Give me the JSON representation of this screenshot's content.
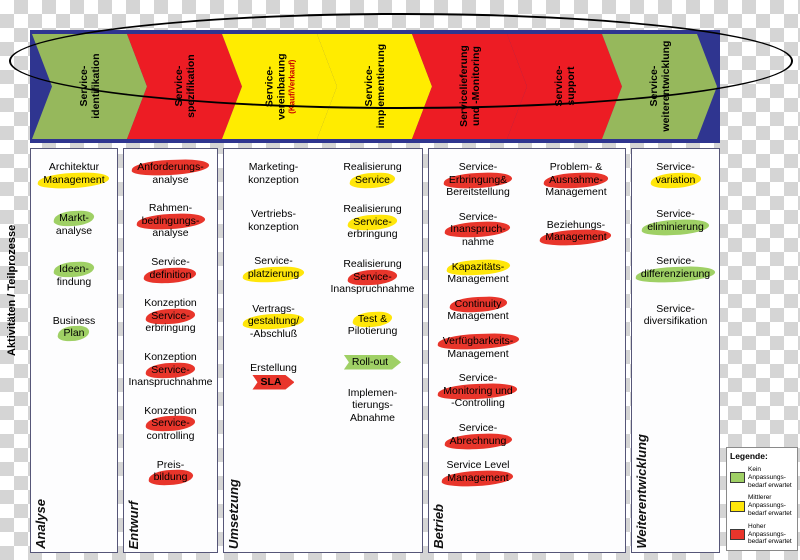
{
  "left_axis_label": "Aktivitäten / Teilprozesse",
  "band_color": "#2f3590",
  "phases": [
    {
      "color": "#96b85c",
      "lines": [
        {
          "t": "Service-"
        },
        {
          "t": "identifikation"
        }
      ]
    },
    {
      "color": "#ed1c24",
      "lines": [
        {
          "t": "Service-"
        },
        {
          "t": "spezifikation"
        }
      ]
    },
    {
      "color": "#ffec00",
      "lines": [
        {
          "t": "Service-"
        },
        {
          "t": "vereinbarung"
        },
        {
          "t": "(Kauf/Verkauf)",
          "small": true,
          "color": "#cc0000"
        }
      ]
    },
    {
      "color": "#ffec00",
      "lines": [
        {
          "t": "Service-"
        },
        {
          "t": "implementierung"
        }
      ]
    },
    {
      "color": "#ed1c24",
      "lines": [
        {
          "t": "Servicelieferung"
        },
        {
          "t": "und -Monitoring"
        }
      ]
    },
    {
      "color": "#ed1c24",
      "lines": [
        {
          "t": "Service-"
        },
        {
          "t": "support"
        }
      ]
    },
    {
      "color": "#96b85c",
      "lines": [
        {
          "t": "Service-"
        },
        {
          "t": "weiterentwicklung"
        }
      ]
    }
  ],
  "columns": [
    {
      "name": "Analyse",
      "groups": [
        [
          {
            "lines": [
              {
                "t": "Architektur"
              },
              {
                "t": "Management",
                "m": "yellow"
              }
            ]
          },
          {
            "lines": [
              {
                "t": "Markt-",
                "m": "green"
              },
              {
                "t": "analyse"
              }
            ]
          },
          {
            "lines": [
              {
                "t": "Ideen-",
                "m": "green"
              },
              {
                "t": "findung"
              }
            ]
          },
          {
            "lines": [
              {
                "t": "Business"
              },
              {
                "t": "Plan",
                "m": "green"
              }
            ]
          }
        ]
      ]
    },
    {
      "name": "Entwurf",
      "groups": [
        [
          {
            "lines": [
              {
                "t": "Anforderungs-",
                "m": "red"
              },
              {
                "t": "analyse"
              }
            ]
          },
          {
            "lines": [
              {
                "t": "Rahmen-"
              },
              {
                "t": "bedingungs-",
                "m": "red"
              },
              {
                "t": "analyse"
              }
            ]
          },
          {
            "lines": [
              {
                "t": "Service-"
              },
              {
                "t": "definition",
                "m": "red"
              }
            ]
          },
          {
            "lines": [
              {
                "t": "Konzeption"
              },
              {
                "t": "Service-",
                "m": "red"
              },
              {
                "t": "erbringung"
              }
            ]
          },
          {
            "lines": [
              {
                "t": "Konzeption"
              },
              {
                "t": "Service-",
                "m": "red"
              },
              {
                "t": "Inanspruchnahme"
              }
            ]
          },
          {
            "lines": [
              {
                "t": "Konzeption"
              },
              {
                "t": "Service-",
                "m": "red"
              },
              {
                "t": "controlling"
              }
            ]
          },
          {
            "lines": [
              {
                "t": "Preis-"
              },
              {
                "t": "bildung",
                "m": "red"
              }
            ]
          }
        ]
      ]
    },
    {
      "name": "Umsetzung",
      "groups": [
        [
          {
            "lines": [
              {
                "t": "Marketing-"
              },
              {
                "t": "konzeption"
              }
            ]
          },
          {
            "lines": [
              {
                "t": "Vertriebs-"
              },
              {
                "t": "konzeption"
              }
            ]
          },
          {
            "lines": [
              {
                "t": "Service-"
              },
              {
                "t": "platzierung",
                "m": "yellow"
              }
            ]
          },
          {
            "lines": [
              {
                "t": "Vertrags-"
              },
              {
                "t": "gestaltung/",
                "m": "yellow"
              },
              {
                "t": "-Abschluß"
              }
            ]
          },
          {
            "lines": [
              {
                "t": "Erstellung"
              },
              {
                "t": "SLA",
                "m": "red",
                "shape": "arrow"
              }
            ]
          }
        ],
        [
          {
            "lines": [
              {
                "t": "Realisierung"
              },
              {
                "t": "Service",
                "m": "yellow"
              }
            ]
          },
          {
            "lines": [
              {
                "t": "Realisierung"
              },
              {
                "t": "Service-",
                "m": "yellow"
              },
              {
                "t": "erbringung"
              }
            ]
          },
          {
            "lines": [
              {
                "t": "Realisierung"
              },
              {
                "t": "Service-",
                "m": "red"
              },
              {
                "t": "Inanspruchnahme"
              }
            ]
          },
          {
            "lines": [
              {
                "t": "Test &",
                "m": "yellow"
              },
              {
                "t": "Pilotierung"
              }
            ]
          },
          {
            "lines": [
              {
                "t": "Roll-out",
                "m": "green",
                "shape": "arrow"
              }
            ]
          },
          {
            "lines": [
              {
                "t": "Implemen-"
              },
              {
                "t": "tierungs-"
              },
              {
                "t": "Abnahme"
              }
            ]
          }
        ]
      ]
    },
    {
      "name": "Betrieb",
      "groups": [
        [
          {
            "lines": [
              {
                "t": "Service-"
              },
              {
                "t": "Erbringung&",
                "m": "red"
              },
              {
                "t": "Bereitstellung"
              }
            ]
          },
          {
            "lines": [
              {
                "t": "Service-"
              },
              {
                "t": "Inanspruch-",
                "m": "red"
              },
              {
                "t": "nahme"
              }
            ]
          },
          {
            "lines": [
              {
                "t": "Kapazitäts-",
                "m": "yellow"
              },
              {
                "t": "Management"
              }
            ]
          },
          {
            "lines": [
              {
                "t": "Continuity",
                "m": "red"
              },
              {
                "t": "Management"
              }
            ]
          },
          {
            "lines": [
              {
                "t": "Verfügbarkeits-",
                "m": "red"
              },
              {
                "t": "Management"
              }
            ]
          },
          {
            "lines": [
              {
                "t": "Service-"
              },
              {
                "t": "Monitoring und",
                "m": "red"
              },
              {
                "t": "-Controlling"
              }
            ]
          },
          {
            "lines": [
              {
                "t": "Service-"
              },
              {
                "t": "Abrechnung",
                "m": "red"
              }
            ]
          },
          {
            "lines": [
              {
                "t": "Service Level"
              },
              {
                "t": "Management",
                "m": "red"
              }
            ]
          }
        ],
        [
          {
            "lines": [
              {
                "t": "Problem- &"
              },
              {
                "t": "Ausnahme-",
                "m": "red"
              },
              {
                "t": "Management"
              }
            ]
          },
          {
            "lines": [
              {
                "t": "Beziehungs-"
              },
              {
                "t": "Management",
                "m": "red"
              }
            ]
          }
        ]
      ]
    },
    {
      "name": "Weiterentwicklung",
      "groups": [
        [
          {
            "lines": [
              {
                "t": "Service-"
              },
              {
                "t": "variation",
                "m": "yellow"
              }
            ]
          },
          {
            "lines": [
              {
                "t": "Service-"
              },
              {
                "t": "eliminierung",
                "m": "green"
              }
            ]
          },
          {
            "lines": [
              {
                "t": "Service-"
              },
              {
                "t": "differenzierung",
                "m": "green"
              }
            ]
          },
          {
            "lines": [
              {
                "t": "Service-"
              },
              {
                "t": "diversifikation"
              }
            ]
          }
        ]
      ]
    }
  ],
  "legend": {
    "title": "Legende:",
    "items": [
      {
        "color": "#9fd065",
        "lines": [
          "Kein Anpassungs-",
          "bedarf erwartet"
        ]
      },
      {
        "color": "#ffe60a",
        "lines": [
          "Mittlerer Anpassungs-",
          "bedarf erwartet"
        ]
      },
      {
        "color": "#e8352b",
        "lines": [
          "Hoher Anpassungs-",
          "bedarf erwartet"
        ]
      }
    ]
  }
}
